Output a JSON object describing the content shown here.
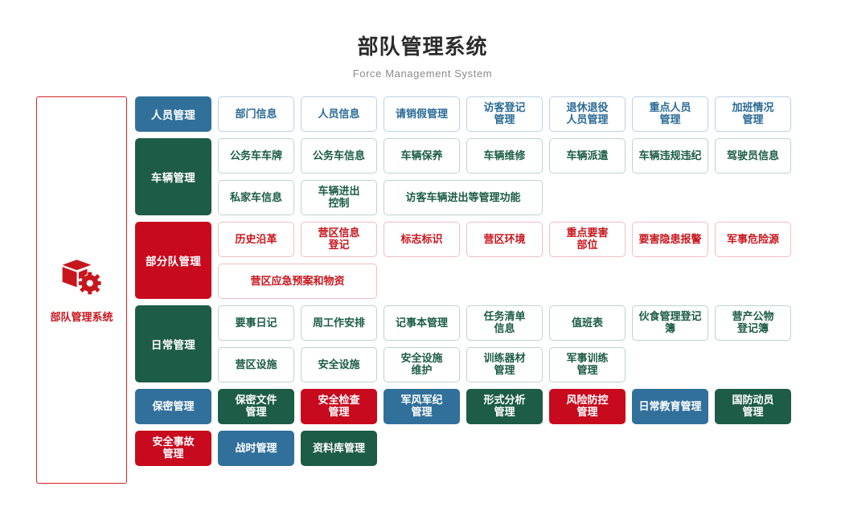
{
  "header": {
    "title": "部队管理系统",
    "subtitle": "Force Management System"
  },
  "brand": {
    "icon": "cube-gear-icon",
    "label": "部队管理系统",
    "border_color": "#d2232a",
    "text_color": "#c8161d"
  },
  "theme": {
    "blue": "#31709b",
    "green": "#1d5c46",
    "red": "#c80a1e"
  },
  "sections": [
    {
      "category": "人员管理",
      "color": "blue",
      "rows": [
        [
          {
            "label": "部门信息",
            "style": "outline",
            "color": "blue",
            "width": 1
          },
          {
            "label": "人员信息",
            "style": "outline",
            "color": "blue",
            "width": 1
          },
          {
            "label": "请销假管理",
            "style": "outline",
            "color": "blue",
            "width": 1
          },
          {
            "label": "访客登记\n管理",
            "style": "outline",
            "color": "blue",
            "width": 1
          },
          {
            "label": "退休退役\n人员管理",
            "style": "outline",
            "color": "blue",
            "width": 1
          },
          {
            "label": "重点人员\n管理",
            "style": "outline",
            "color": "blue",
            "width": 1
          },
          {
            "label": "加班情况\n管理",
            "style": "outline",
            "color": "blue",
            "width": 1
          }
        ]
      ]
    },
    {
      "category": "车辆管理",
      "color": "green",
      "rows": [
        [
          {
            "label": "公务车车牌",
            "style": "outline",
            "color": "green",
            "width": 1
          },
          {
            "label": "公务车信息",
            "style": "outline",
            "color": "green",
            "width": 1
          },
          {
            "label": "车辆保养",
            "style": "outline",
            "color": "green",
            "width": 1
          },
          {
            "label": "车辆维修",
            "style": "outline",
            "color": "green",
            "width": 1
          },
          {
            "label": "车辆派遣",
            "style": "outline",
            "color": "green",
            "width": 1
          },
          {
            "label": "车辆违规违纪",
            "style": "outline",
            "color": "green",
            "width": 1
          },
          {
            "label": "驾驶员信息",
            "style": "outline",
            "color": "green",
            "width": 1
          }
        ],
        [
          {
            "label": "私家车信息",
            "style": "outline",
            "color": "green",
            "width": 1
          },
          {
            "label": "车辆进出\n控制",
            "style": "outline",
            "color": "green",
            "width": 1
          },
          {
            "label": "访客车辆进出等管理功能",
            "style": "outline",
            "color": "green",
            "width": 2
          }
        ]
      ]
    },
    {
      "category": "部分队管理",
      "color": "red",
      "rows": [
        [
          {
            "label": "历史沿革",
            "style": "outline",
            "color": "red",
            "width": 1
          },
          {
            "label": "营区信息\n登记",
            "style": "outline",
            "color": "red",
            "width": 1
          },
          {
            "label": "标志标识",
            "style": "outline",
            "color": "red",
            "width": 1
          },
          {
            "label": "营区环境",
            "style": "outline",
            "color": "red",
            "width": 1
          },
          {
            "label": "重点要害\n部位",
            "style": "outline",
            "color": "red",
            "width": 1
          },
          {
            "label": "要害隐患报警",
            "style": "outline",
            "color": "red",
            "width": 1
          },
          {
            "label": "军事危险源",
            "style": "outline",
            "color": "red",
            "width": 1
          }
        ],
        [
          {
            "label": "营区应急预案和物资",
            "style": "outline",
            "color": "red",
            "width": 2
          }
        ]
      ]
    },
    {
      "category": "日常管理",
      "color": "green",
      "rows": [
        [
          {
            "label": "要事日记",
            "style": "outline",
            "color": "green",
            "width": 1
          },
          {
            "label": "周工作安排",
            "style": "outline",
            "color": "green",
            "width": 1
          },
          {
            "label": "记事本管理",
            "style": "outline",
            "color": "green",
            "width": 1
          },
          {
            "label": "任务清单\n信息",
            "style": "outline",
            "color": "green",
            "width": 1
          },
          {
            "label": "值班表",
            "style": "outline",
            "color": "green",
            "width": 1
          },
          {
            "label": "伙食管理登记簿",
            "style": "outline",
            "color": "green",
            "width": 1
          },
          {
            "label": "营产公物\n登记簿",
            "style": "outline",
            "color": "green",
            "width": 1
          }
        ],
        [
          {
            "label": "营区设施",
            "style": "outline",
            "color": "green",
            "width": 1
          },
          {
            "label": "安全设施",
            "style": "outline",
            "color": "green",
            "width": 1
          },
          {
            "label": "安全设施\n维护",
            "style": "outline",
            "color": "green",
            "width": 1
          },
          {
            "label": "训练器材\n管理",
            "style": "outline",
            "color": "green",
            "width": 1
          },
          {
            "label": "军事训练\n管理",
            "style": "outline",
            "color": "green",
            "width": 1
          }
        ]
      ]
    }
  ],
  "bottom_rows": [
    [
      {
        "label": "保密管理",
        "style": "solid",
        "color": "blue",
        "width": 1
      },
      {
        "label": "保密文件\n管理",
        "style": "solid",
        "color": "green",
        "width": 1
      },
      {
        "label": "安全检查\n管理",
        "style": "solid",
        "color": "red",
        "width": 1
      },
      {
        "label": "军风军纪\n管理",
        "style": "solid",
        "color": "blue",
        "width": 1
      },
      {
        "label": "形式分析\n管理",
        "style": "solid",
        "color": "green",
        "width": 1
      },
      {
        "label": "风险防控\n管理",
        "style": "solid",
        "color": "red",
        "width": 1
      },
      {
        "label": "日常教育管理",
        "style": "solid",
        "color": "blue",
        "width": 1
      },
      {
        "label": "国防动员\n管理",
        "style": "solid",
        "color": "green",
        "width": 1
      }
    ],
    [
      {
        "label": "安全事故\n管理",
        "style": "solid",
        "color": "red",
        "width": 1
      },
      {
        "label": "战时管理",
        "style": "solid",
        "color": "blue",
        "width": 1
      },
      {
        "label": "资料库管理",
        "style": "solid",
        "color": "green",
        "width": 1
      }
    ]
  ]
}
